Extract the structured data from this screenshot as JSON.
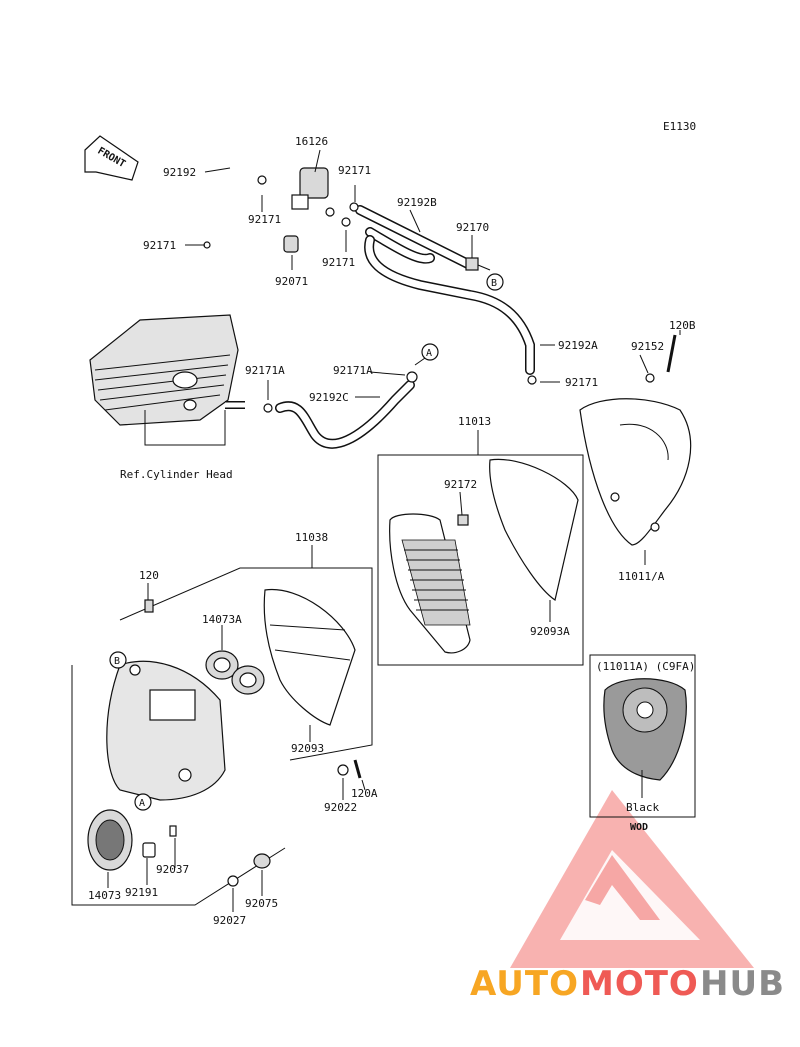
{
  "diagram_code": "E1130",
  "front_label": "FRONT",
  "ref_label": "Ref.Cylinder Head",
  "variant_label": "(11011A) (C9FA)",
  "variant_color": "Black",
  "variant_sublabel": "WOD",
  "callouts": {
    "a": "A",
    "b": "B"
  },
  "parts": {
    "p16126": "16126",
    "p92192": "92192",
    "p92171_a": "92171",
    "p92171_b": "92171",
    "p92171_c": "92171",
    "p92171_d": "92171",
    "p92171_e": "92171",
    "p92071": "92071",
    "p92192b": "92192B",
    "p92170": "92170",
    "p92192a": "92192A",
    "p92171a_1": "92171A",
    "p92171a_2": "92171A",
    "p92192c": "92192C",
    "p120b": "120B",
    "p92152": "92152",
    "p11013": "11013",
    "p92172": "92172",
    "p92093a": "92093A",
    "p11011a": "11011/A",
    "p11038": "11038",
    "p120": "120",
    "p14073a": "14073A",
    "p92093": "92093",
    "p120a": "120A",
    "p92022": "92022",
    "p14073": "14073",
    "p92037": "92037",
    "p92191": "92191",
    "p92027": "92027",
    "p92075": "92075"
  },
  "watermark": {
    "part1": "AUTO",
    "part2": "MOTO",
    "part3": "HUB",
    "color1": "#f7a623",
    "color2": "#ef5a55",
    "color3": "#8a8a8a"
  }
}
